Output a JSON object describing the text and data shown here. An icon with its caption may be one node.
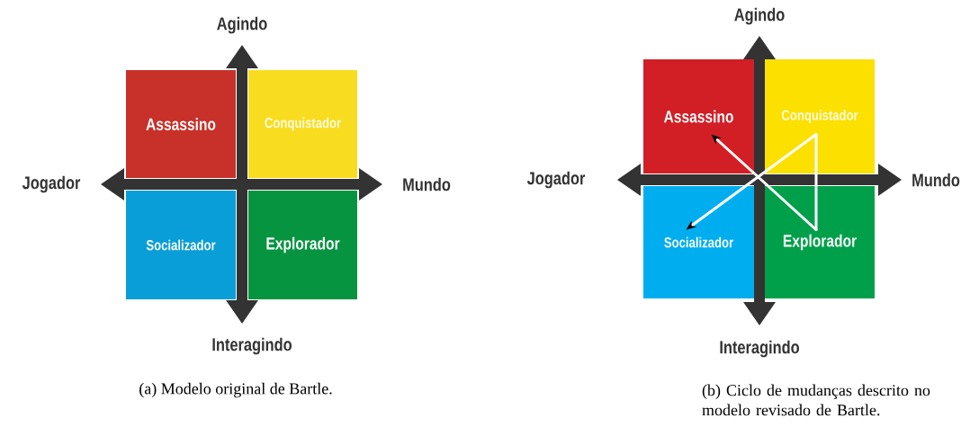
{
  "diagram": {
    "nodes": [
      {
        "text": [
          "Assassino"
        ]
      },
      {
        "text": [
          "Conquistador"
        ]
      },
      {
        "text": [
          "Socializador"
        ]
      },
      {
        "text": [
          "Explorador"
        ]
      },
      {
        "text": [
          "Assassino"
        ]
      },
      {
        "text": [
          "Conquistador"
        ]
      },
      {
        "text": [
          "Socializador"
        ]
      },
      {
        "text": [
          "Explorador"
        ]
      }
    ],
    "edges": [
      {
        "from": 7,
        "to": 4,
        "arrow": "to"
      },
      {
        "from": 7,
        "to": 5,
        "arrow": "none"
      },
      {
        "from": 5,
        "to": 6,
        "arrow": "to"
      }
    ],
    "labels": [
      "Agindo",
      "Jogador",
      "Mundo",
      "Interagindo",
      "(a) Modelo original de Bartle.",
      "Agindo",
      "Jogador",
      "Mundo",
      "Interagindo",
      "(b) Ciclo de mudanças descrito no modelo revisado de Bartle."
    ]
  }
}
